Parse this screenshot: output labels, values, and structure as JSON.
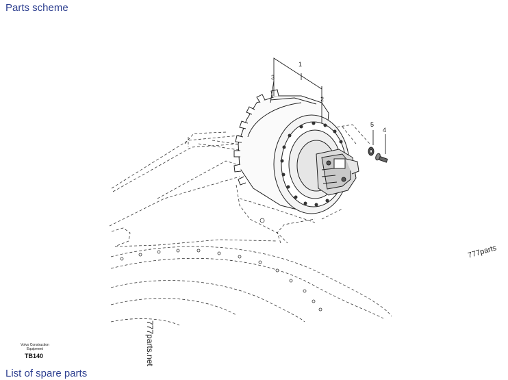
{
  "headings": {
    "parts_scheme": "Parts scheme",
    "spare_parts_list": "List of spare parts"
  },
  "diagram": {
    "callouts": [
      "1",
      "2",
      "3",
      "4",
      "5"
    ],
    "watermark_right": "777parts",
    "watermark_vertical": "777parts.net",
    "maker_line1": "Volvo Construction",
    "maker_line2": "Equipment",
    "drawing_code": "TB140"
  },
  "colors": {
    "link": "#2c3e8f",
    "line": "#222222"
  }
}
